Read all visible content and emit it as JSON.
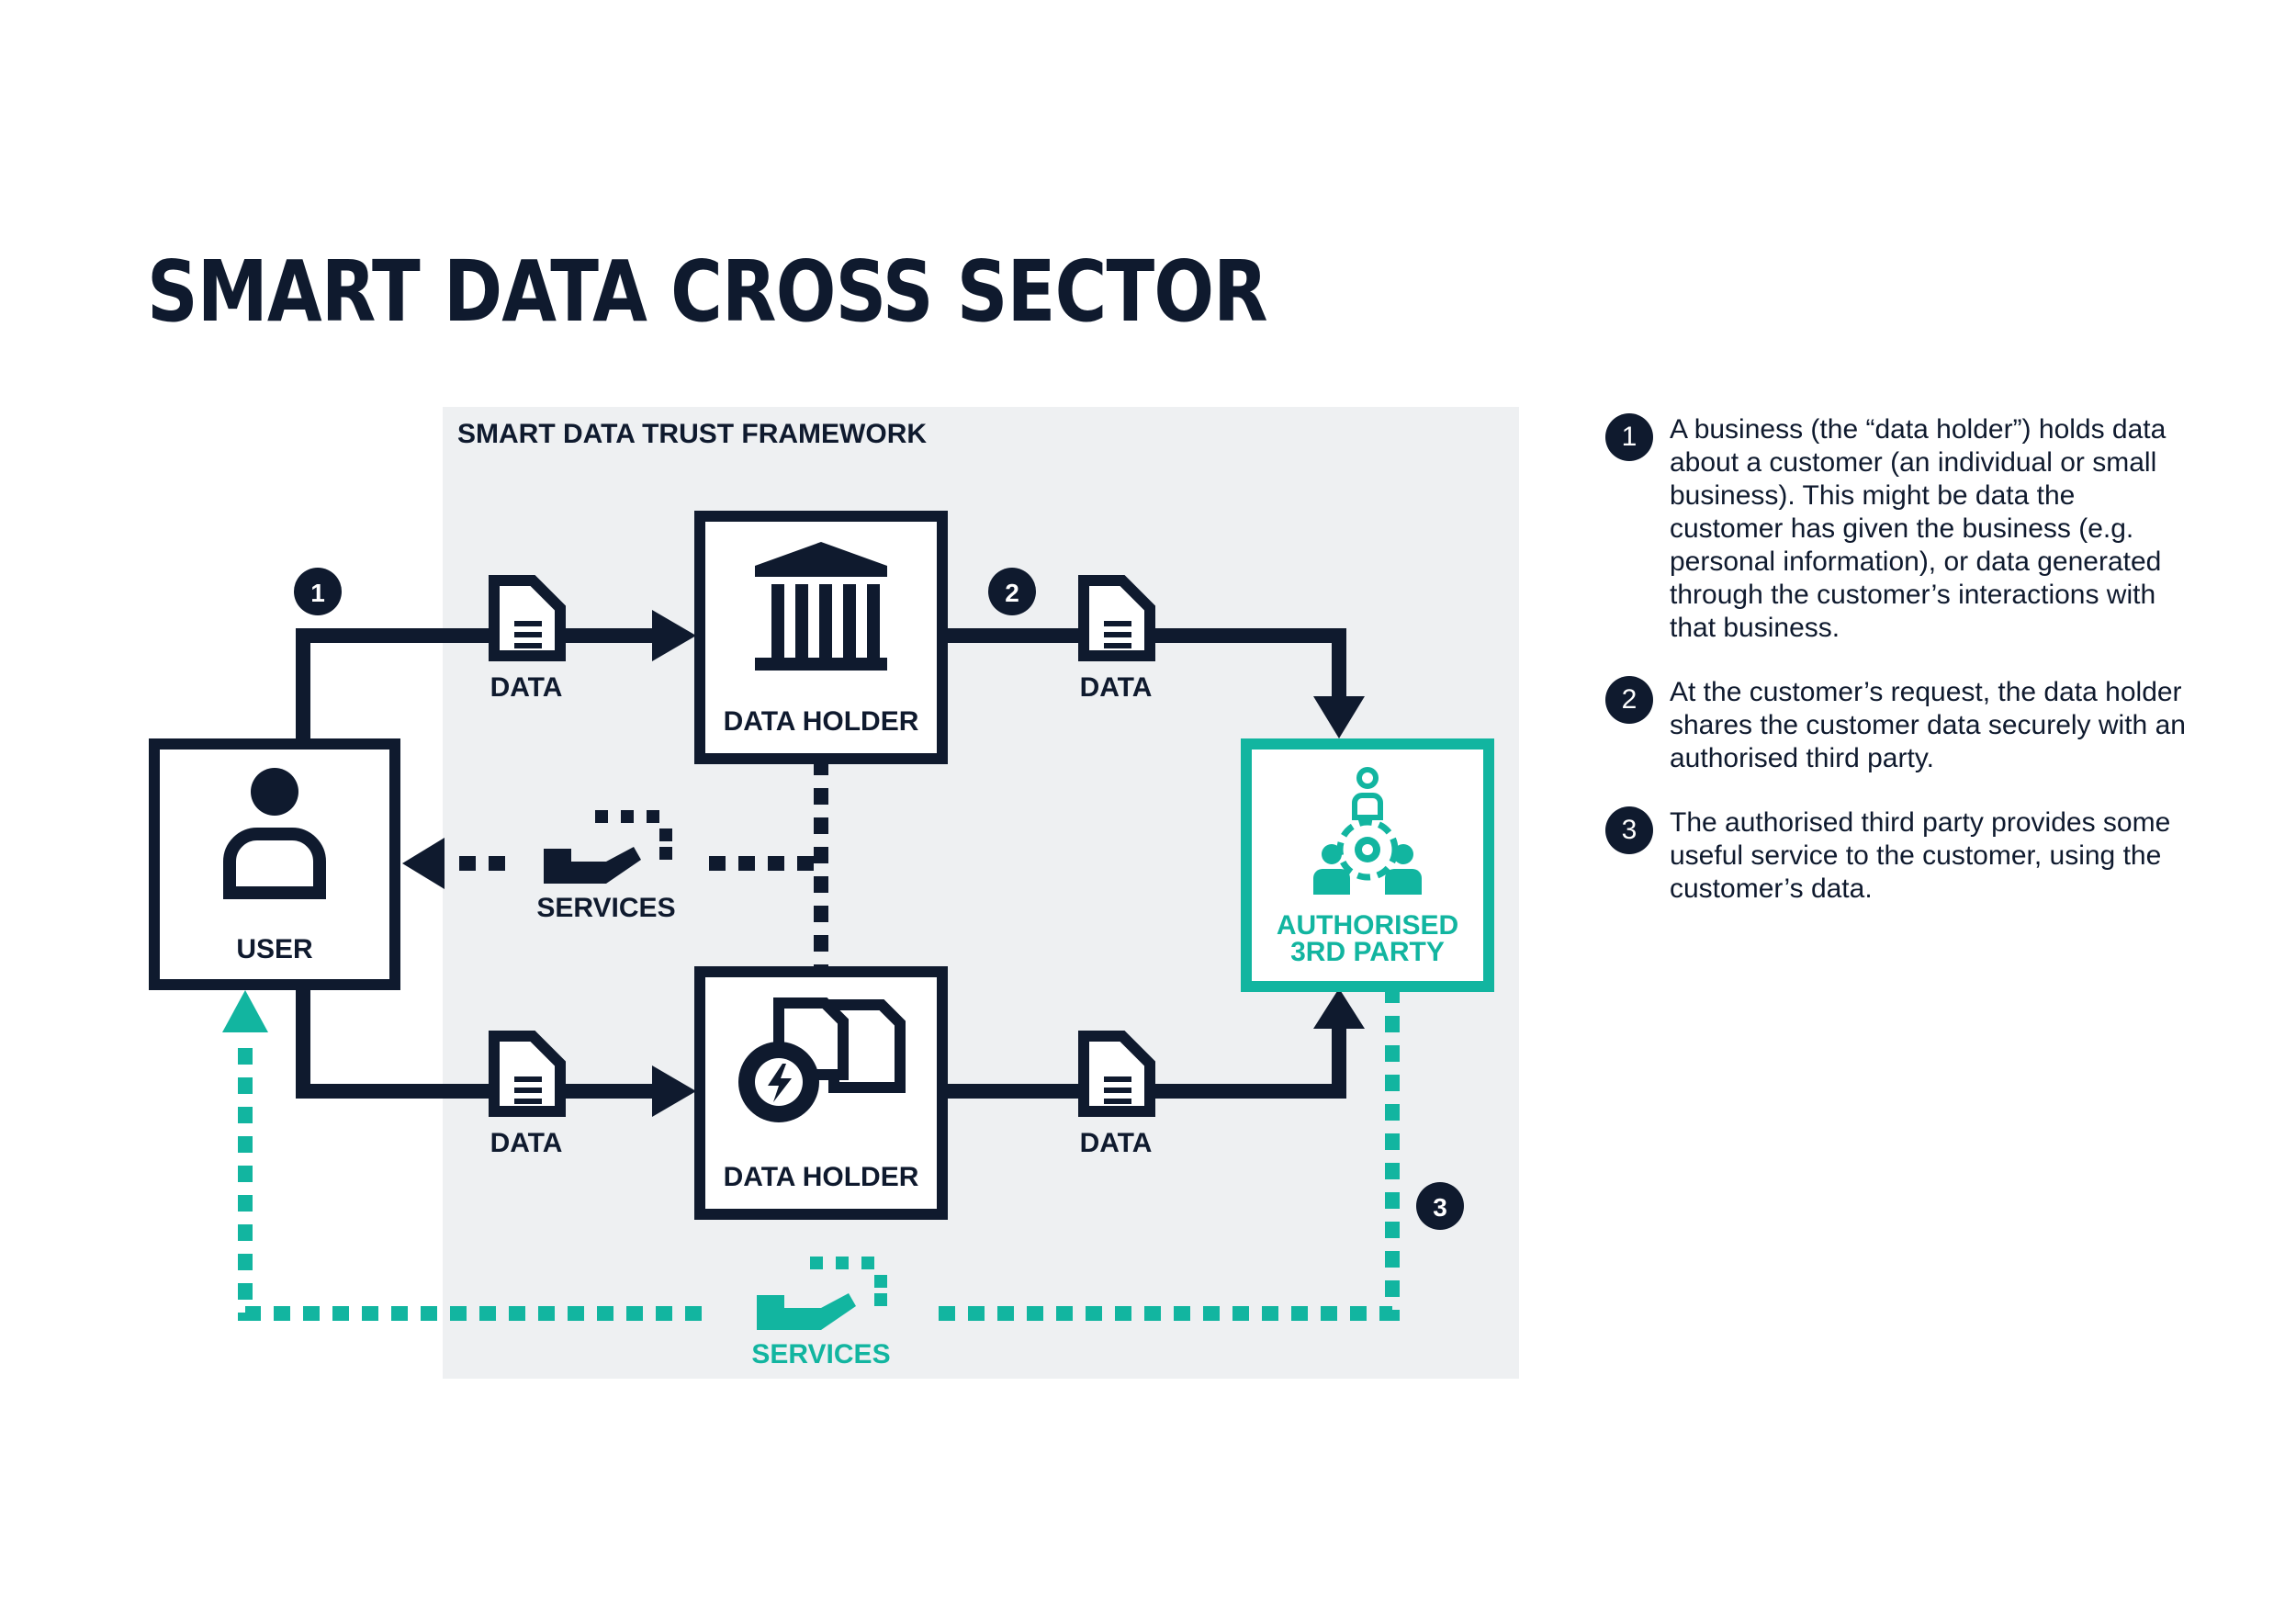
{
  "title": "SMART DATA CROSS SECTOR",
  "diagram": {
    "framework_label": "SMART DATA TRUST FRAMEWORK",
    "user_label": "USER",
    "data_holder_top_label": "DATA HOLDER",
    "data_holder_bottom_label": "DATA HOLDER",
    "third_party_label_line1": "AUTHORISED",
    "third_party_label_line2": "3RD PARTY",
    "data_label": "DATA",
    "services_label": "SERVICES",
    "step1": "1",
    "step2": "2",
    "step3": "3"
  },
  "legend": [
    {
      "num": "1",
      "text": "A business (the “data holder”) holds data about a customer (an individual or small business). This might be data the customer has given the business (e.g. personal information), or data generated through the customer’s interactions with that business."
    },
    {
      "num": "2",
      "text": "At the customer’s request, the data holder shares the customer data securely with an authorised third party."
    },
    {
      "num": "3",
      "text": "The authorised third party provides some useful service to the customer, using the customer’s data."
    }
  ],
  "colors": {
    "navy": "#0f1a2e",
    "teal": "#12b5a0",
    "framework_bg": "#eef0f2"
  }
}
